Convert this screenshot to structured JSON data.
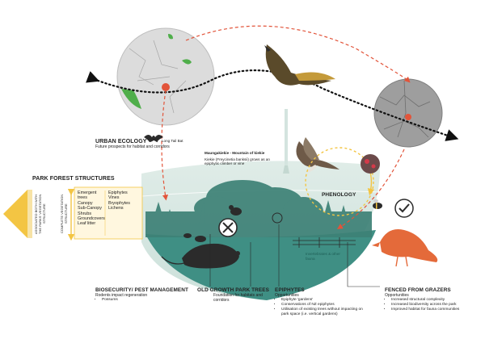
{
  "palette": {
    "teal": "#3f8f84",
    "light_teal": "#cfe3dd",
    "green_map": "#4fae4a",
    "arrow_red": "#e2543a",
    "arrow_yellow": "#f3c543",
    "orange_bird": "#e46a3a",
    "dark": "#2b2b2b",
    "dotted": "#111111"
  },
  "urban_ecology": {
    "title": "URBAN ECOLOGY",
    "subtitle": "Future prospects for habitat and corridors",
    "bat_label": "Long Tail Bat"
  },
  "mountain": {
    "title": "Maungakiekie - Mountain of kiekie",
    "description": "Kiekie (Freycinetia banksii) grows as an epiphytic climber or vine"
  },
  "park_forest": {
    "title": "PARK FOREST STRUCTURES",
    "vertical_left": "ASSOCIATED BOTH WITH THE PARKS' VEGETATION STRUCTURE",
    "vertical_right": "COMPLETE VEGETATION STRUCTURE",
    "col1": [
      "Emergent trees",
      "Canopy",
      "Sub-Canopy",
      "Shrubs",
      "Groundcovers",
      "Leaf litter"
    ],
    "col2": [
      "Epiphytes",
      "Vines",
      "Bryophytes",
      "Lichens"
    ]
  },
  "phenology": {
    "title": "PHENOLOGY"
  },
  "invertebrates": {
    "label": "Invertebrates & other fauna"
  },
  "biosecurity": {
    "title": "BIOSECURITY/ PEST MANAGEMENT",
    "line1": "Rodents impact regeneration",
    "bullet": "Possums"
  },
  "old_growth": {
    "title": "OLD GROWTH PARK TREES",
    "line1": "Foundation for habitats and corridors"
  },
  "epiphytes": {
    "title": "EPIPHYTES",
    "subtitle": "Opportunities",
    "bullets": [
      "Epiphyte 'gardens'",
      "Conservations of NZ epiphytes",
      "Utilisation of existing trees without impacting on park space (i.e. vertical gardens)"
    ]
  },
  "fenced": {
    "title": "FENCED FROM GRAZERS",
    "subtitle": "Opportunities",
    "bullets": [
      "Increased structural complexity",
      "Increased biodiversity across the park",
      "Improved habitat for fauna communities"
    ]
  }
}
